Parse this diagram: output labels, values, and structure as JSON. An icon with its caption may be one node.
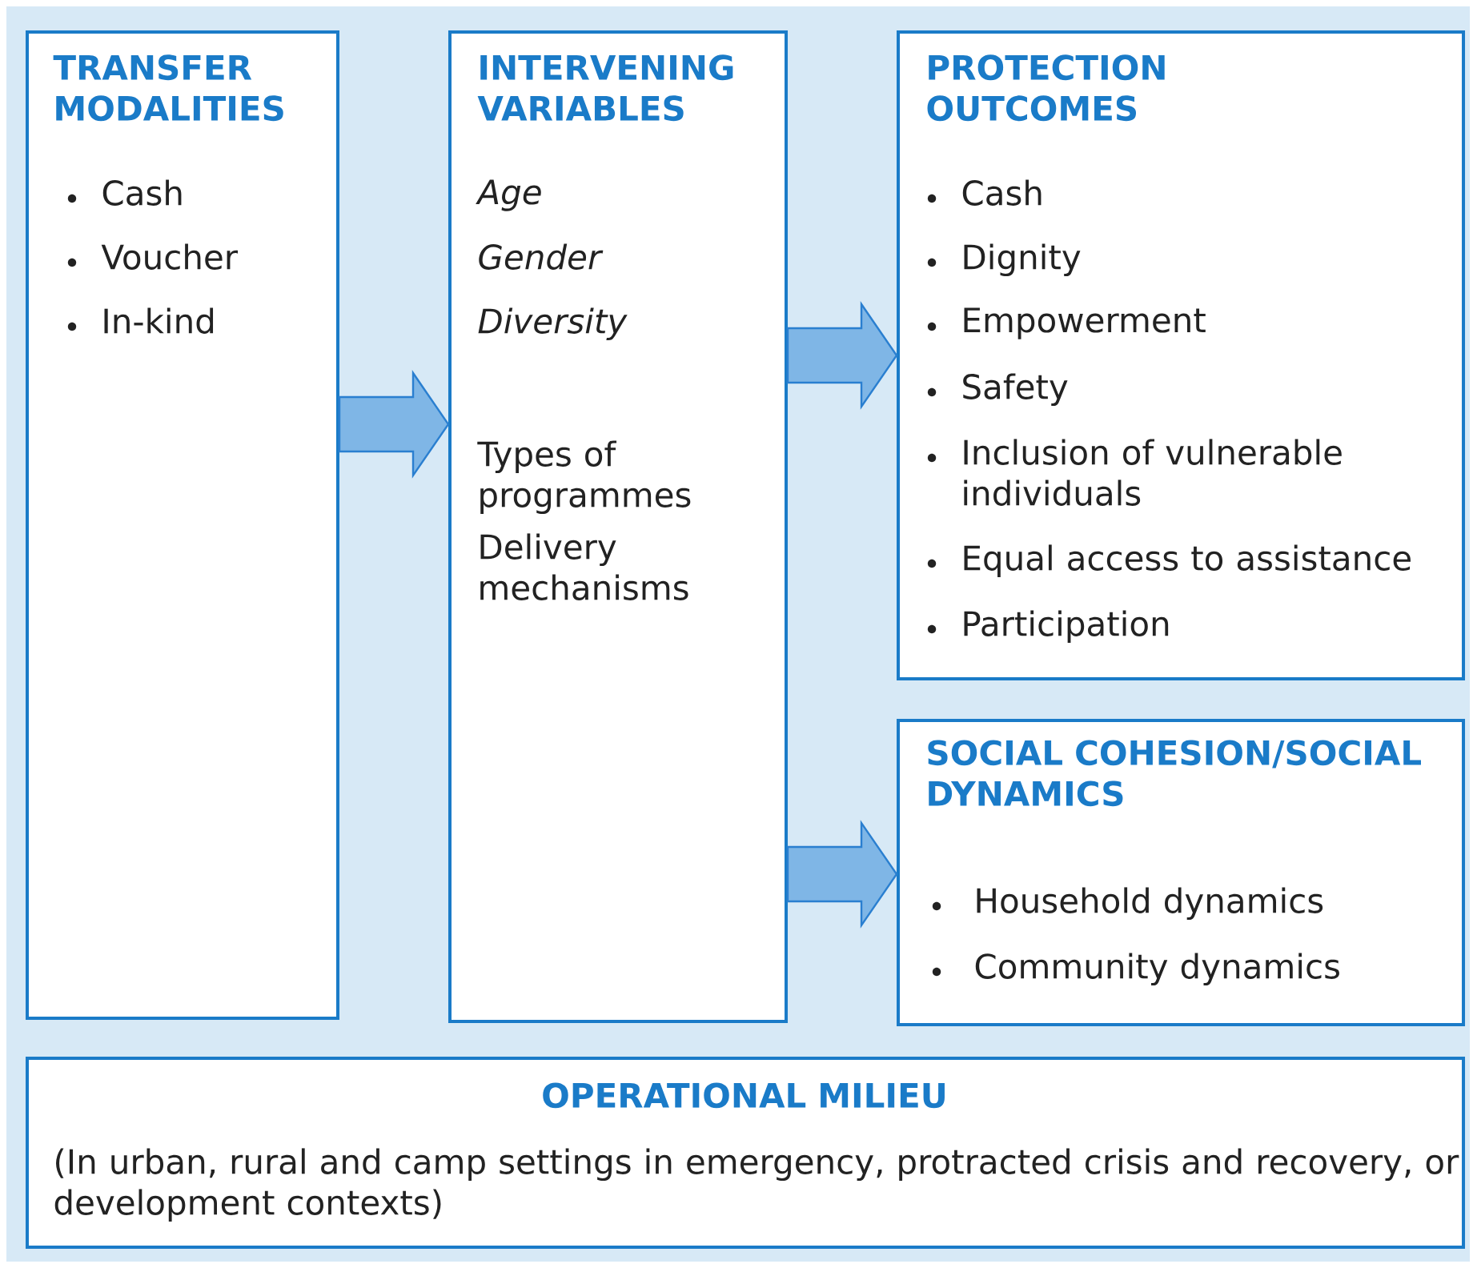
{
  "diagram": {
    "nodes": [
      {
        "text": [
          "TRANSFER MODALITIES",
          "Cash",
          "Voucher",
          "In-kind"
        ]
      },
      {
        "text": [
          "INTERVENING VARIABLES",
          "Age",
          "Gender",
          "Diversity",
          "Types of programmes",
          "Delivery mechanisms"
        ]
      },
      {
        "text": [
          "PROTECTION OUTCOMES",
          "Cash",
          "Dignity",
          "Empowerment",
          "Safety",
          "Inclusion of vulnerable individuals",
          "Equal access to assistance",
          "Participation"
        ]
      },
      {
        "text": [
          "SOCIAL COHESION/SOCIAL DYNAMICS",
          "Household dynamics",
          "Community dynamics"
        ]
      },
      {
        "text": [
          "OPERATIONAL MILIEU",
          "(In urban, rural and camp settings in emergency, protracted crisis and recovery, or development contexts)"
        ]
      }
    ],
    "edges": [
      {
        "from": 0,
        "to": 1,
        "arrow": "to"
      },
      {
        "from": 1,
        "to": 2,
        "arrow": "to"
      },
      {
        "from": 1,
        "to": 3,
        "arrow": "to"
      }
    ]
  }
}
